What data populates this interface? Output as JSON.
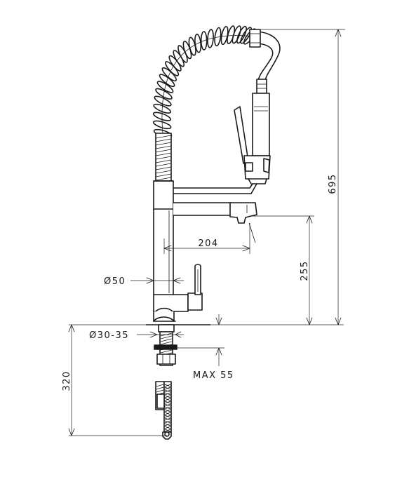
{
  "dimensions": {
    "total_height": "695",
    "spout_height": "255",
    "spout_reach": "204",
    "body_diameter": "Ø50",
    "hole_diameter": "Ø30-35",
    "max_thickness": "MAX 55",
    "hose_length": "320"
  },
  "colors": {
    "line": "#1a1a1a",
    "background": "#ffffff"
  }
}
